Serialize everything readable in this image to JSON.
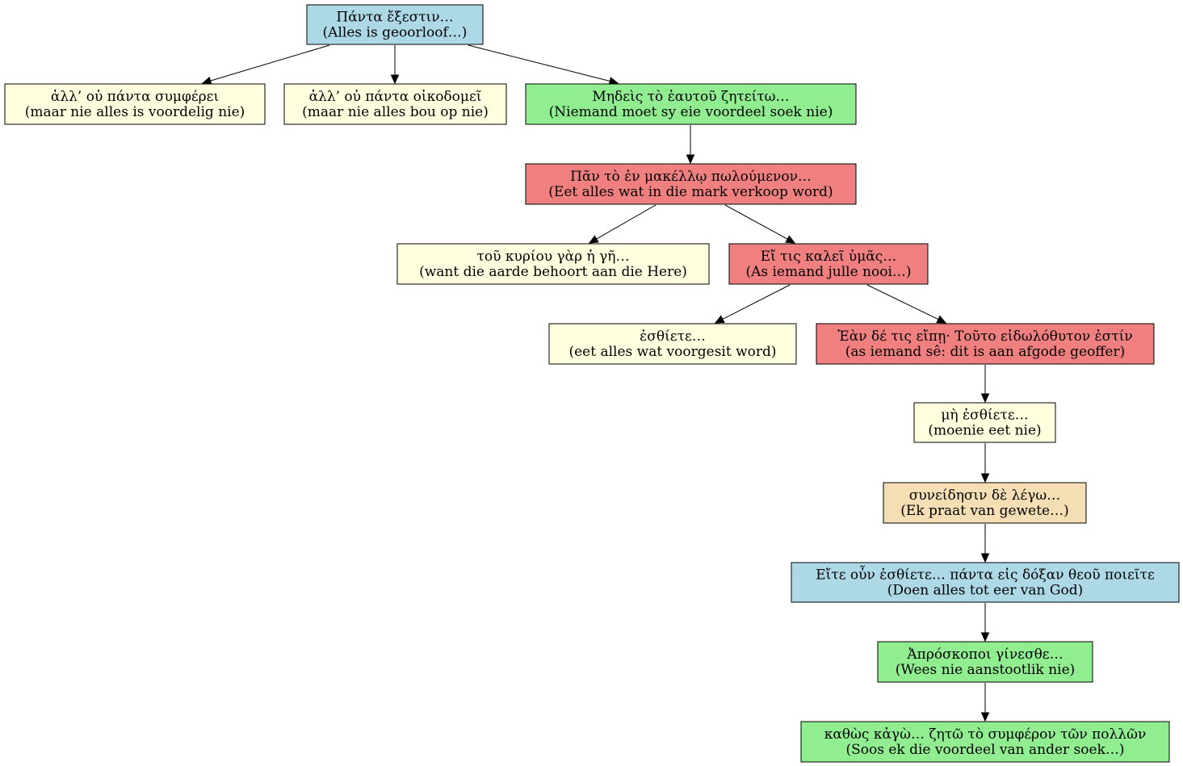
{
  "colors": {
    "blue": "#add8e6",
    "yellow": "#ffffe0",
    "green": "#90ee90",
    "red": "#f08080",
    "tan": "#f5deb3"
  },
  "nodes": [
    {
      "id": "n0",
      "greek": "Πάντα ἔξεστιν…",
      "translation": "(Alles is geoorloof…)",
      "color": "blue"
    },
    {
      "id": "n1",
      "greek": "ἀλλ’ οὐ πάντα συμφέρει",
      "translation": "(maar nie alles is voordelig nie)",
      "color": "yellow"
    },
    {
      "id": "n2",
      "greek": "ἀλλ’ οὐ πάντα οἰκοδομεῖ",
      "translation": "(maar nie alles bou op nie)",
      "color": "yellow"
    },
    {
      "id": "n3",
      "greek": "Μηδεὶς τὸ ἑαυτοῦ ζητείτω…",
      "translation": "(Niemand moet sy eie voordeel soek nie)",
      "color": "green"
    },
    {
      "id": "n4",
      "greek": "Πᾶν τὸ ἐν μακέλλῳ πωλούμενον…",
      "translation": "(Eet alles wat in die mark verkoop word)",
      "color": "red"
    },
    {
      "id": "n5",
      "greek": "τοῦ κυρίου γὰρ ἡ γῆ…",
      "translation": "(want die aarde behoort aan die Here)",
      "color": "yellow"
    },
    {
      "id": "n6",
      "greek": "Εἴ τις καλεῖ ὑμᾶς…",
      "translation": "(As iemand julle nooi…)",
      "color": "red"
    },
    {
      "id": "n7",
      "greek": "ἐσθίετε…",
      "translation": "(eet alles wat voorgesit word)",
      "color": "yellow"
    },
    {
      "id": "n8",
      "greek": "Ἐὰν δέ τις εἴπῃ· Τοῦτο εἰδωλόθυτον ἐστίν",
      "translation": "(as iemand sê: dit is aan afgode geoffer)",
      "color": "red"
    },
    {
      "id": "n9",
      "greek": "μὴ ἐσθίετε…",
      "translation": "(moenie eet nie)",
      "color": "yellow"
    },
    {
      "id": "n10",
      "greek": "συνείδησιν δὲ λέγω…",
      "translation": "(Ek praat van gewete…)",
      "color": "tan"
    },
    {
      "id": "n11",
      "greek": "Εἴτε οὖν ἐσθίετε… πάντα εἰς δόξαν θεοῦ ποιεῖτε",
      "translation": "(Doen alles tot eer van God)",
      "color": "blue"
    },
    {
      "id": "n12",
      "greek": "Ἀπρόσκοποι γίνεσθε…",
      "translation": "(Wees nie aanstootlik nie)",
      "color": "green"
    },
    {
      "id": "n13",
      "greek": "καθὼς κἀγὼ… ζητῶ τὸ συμφέρον τῶν πολλῶν",
      "translation": "(Soos ek die voordeel van ander soek…)",
      "color": "green"
    }
  ],
  "edges": [
    {
      "from": "n0",
      "to": "n1"
    },
    {
      "from": "n0",
      "to": "n2"
    },
    {
      "from": "n0",
      "to": "n3"
    },
    {
      "from": "n3",
      "to": "n4"
    },
    {
      "from": "n4",
      "to": "n5"
    },
    {
      "from": "n4",
      "to": "n6"
    },
    {
      "from": "n6",
      "to": "n7"
    },
    {
      "from": "n6",
      "to": "n8"
    },
    {
      "from": "n8",
      "to": "n9"
    },
    {
      "from": "n9",
      "to": "n10"
    },
    {
      "from": "n10",
      "to": "n11"
    },
    {
      "from": "n11",
      "to": "n12"
    },
    {
      "from": "n12",
      "to": "n13"
    }
  ]
}
